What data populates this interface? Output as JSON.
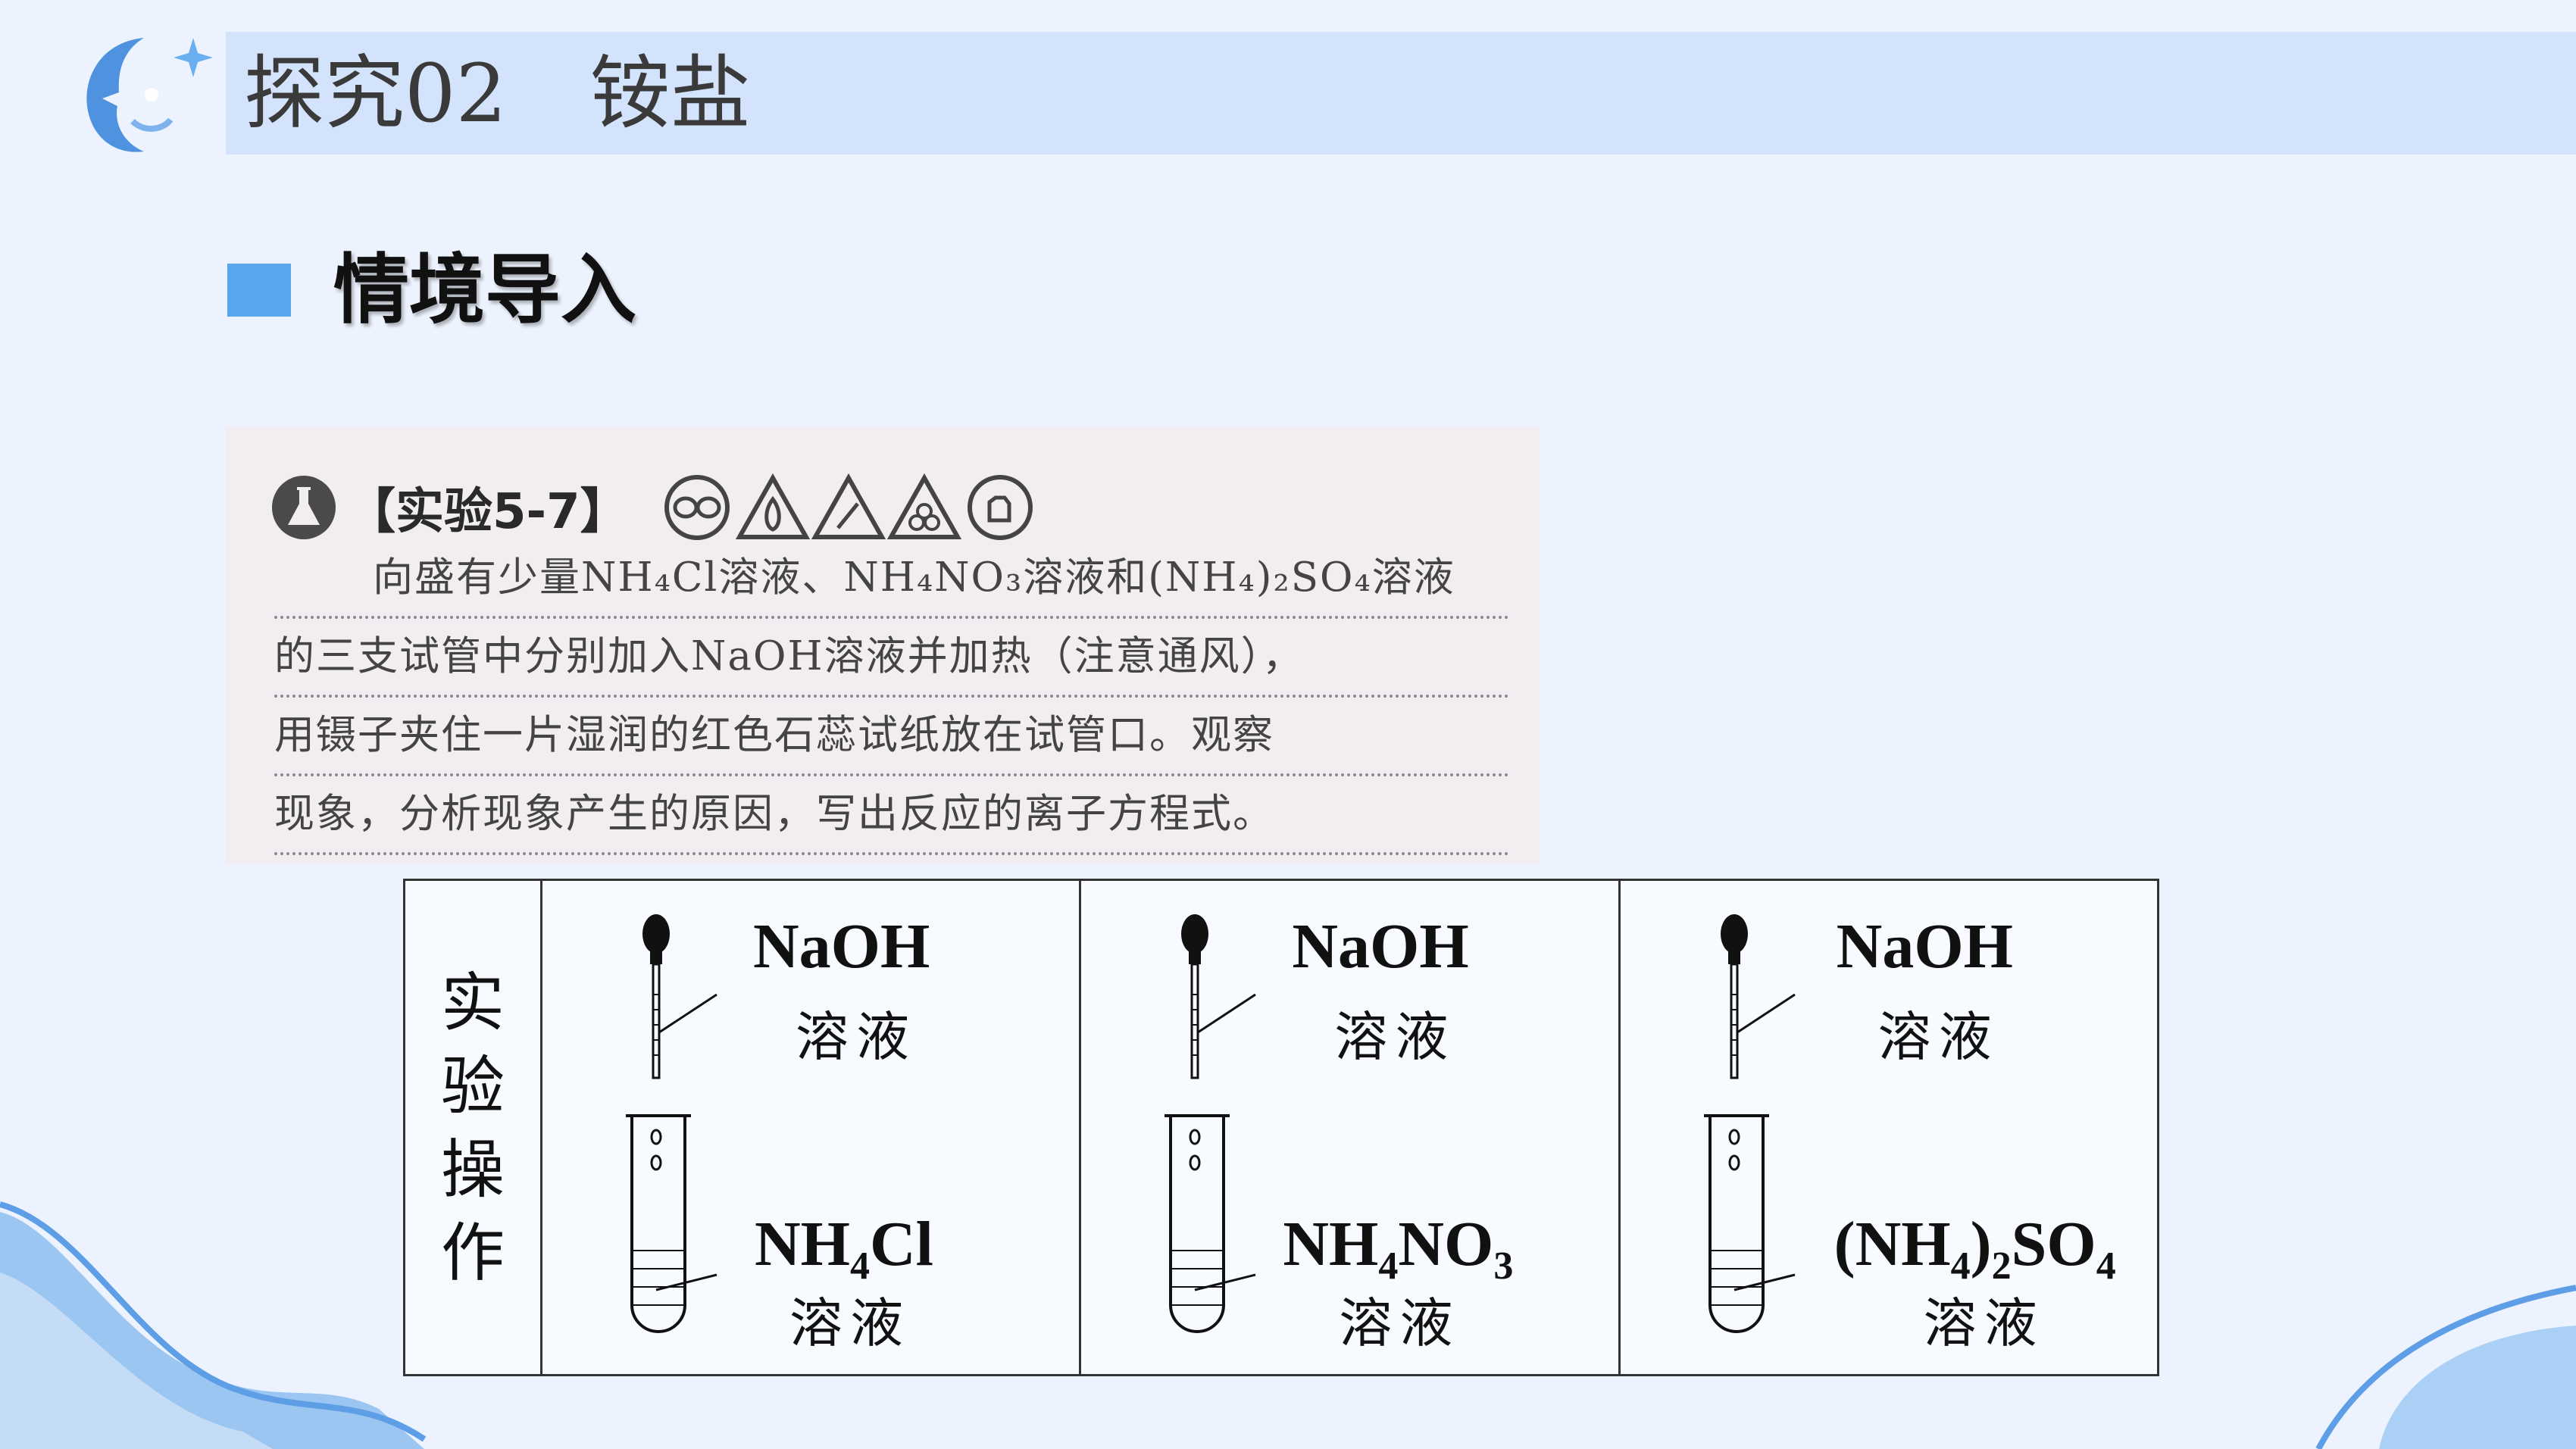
{
  "header": {
    "number": "探究02",
    "title": "铵盐"
  },
  "section": {
    "title": "情境导入"
  },
  "textbook": {
    "label": "【实验5-7】",
    "lines": [
      "向盛有少量NH₄Cl溶液、NH₄NO₃溶液和(NH₄)₂SO₄溶液",
      "的三支试管中分别加入NaOH溶液并加热（注意通风），",
      "用镊子夹住一片湿润的红色石蕊试纸放在试管口。观察",
      "现象，分析现象产生的原因，写出反应的离子方程式。"
    ]
  },
  "experiment": {
    "row_label": [
      "实",
      "验",
      "操",
      "作"
    ],
    "reagent_top": "NaOH",
    "solution": "溶液",
    "samples": [
      "NH4Cl",
      "NH4NO3",
      "(NH4)2SO4"
    ]
  },
  "colors": {
    "header_band": "#d3e3fb",
    "accent": "#5aa6ee",
    "background": "#edf3fe"
  },
  "icons": [
    "moon-face-logo-icon",
    "flask-icon",
    "goggles-icon",
    "flame-icon",
    "hot-icon",
    "ventilation-icon",
    "wash-hands-icon"
  ]
}
